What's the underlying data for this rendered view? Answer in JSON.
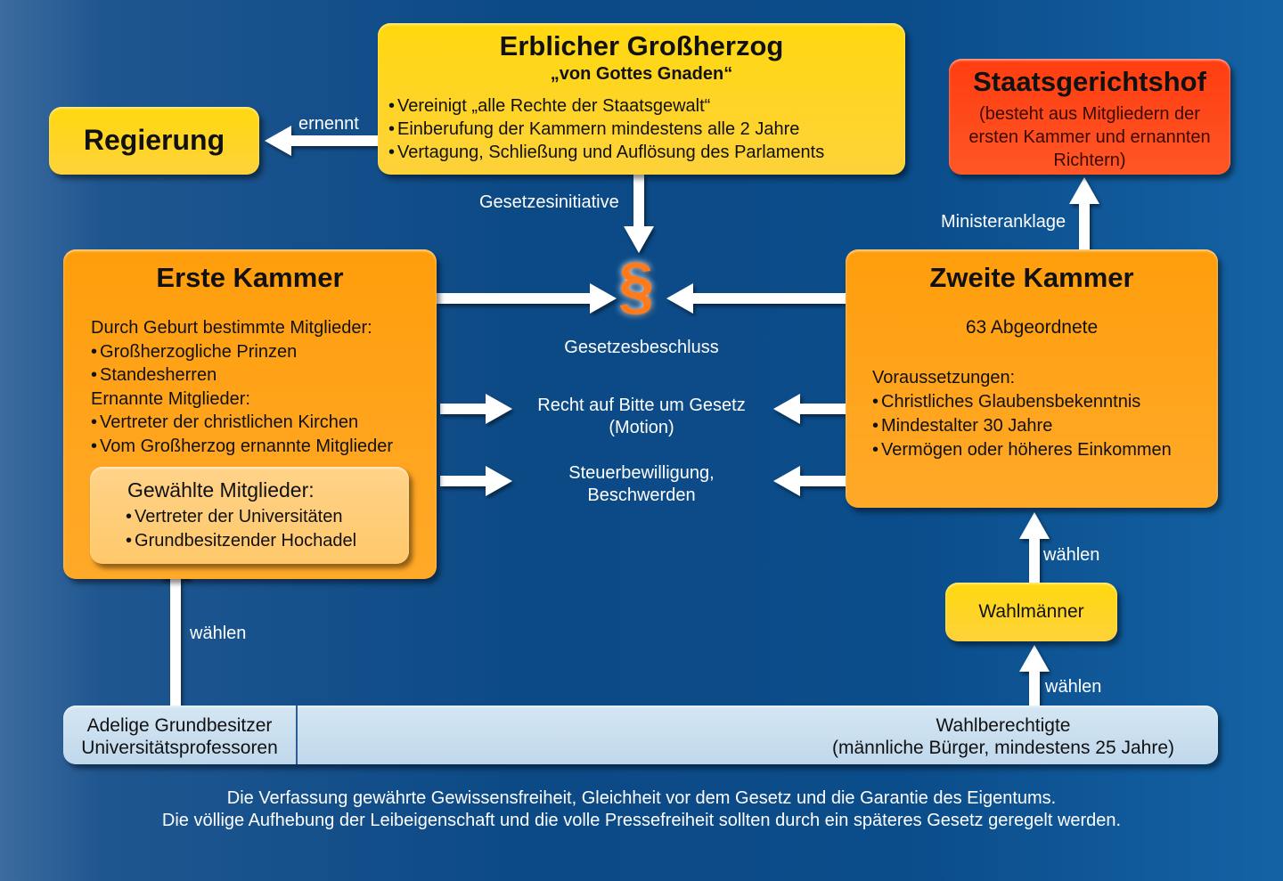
{
  "grossherzog": {
    "title": "Erblicher Großherzog",
    "subtitle": "„von Gottes Gnaden“",
    "items": [
      "Vereinigt „alle Rechte der Staatsgewalt“",
      "Einberufung der Kammern mindestens alle 2 Jahre",
      "Vertagung, Schließung und Auflösung des Parlaments"
    ]
  },
  "regierung": {
    "title": "Regierung"
  },
  "staatsgerichtshof": {
    "title": "Staatsgerichtshof",
    "desc": [
      "(besteht aus Mitgliedern der",
      "ersten Kammer und ernannten",
      "Richtern)"
    ]
  },
  "erste_kammer": {
    "title": "Erste Kammer",
    "geburt_label": "Durch Geburt bestimmte Mitglieder:",
    "geburt_items": [
      "Großherzogliche Prinzen",
      "Standesherren"
    ],
    "ernannt_label": "Ernannte Mitglieder:",
    "ernannt_items": [
      "Vertreter der christlichen Kirchen",
      "Vom Großherzog ernannte Mitglieder"
    ],
    "gewaehlt_label": "Gewählte Mitglieder:",
    "gewaehlt_items": [
      "Vertreter der Universitäten",
      "Grundbesitzender Hochadel"
    ]
  },
  "zweite_kammer": {
    "title": "Zweite Kammer",
    "count": "63 Abgeordnete",
    "vor_label": "Voraussetzungen:",
    "vor_items": [
      "Christliches Glaubensbekenntnis",
      "Mindestalter 30 Jahre",
      "Vermögen oder höheres Einkommen"
    ]
  },
  "wahlmaenner": {
    "title": "Wahlmänner"
  },
  "labels": {
    "ernennt": "ernennt",
    "gesetzesinitiative": "Gesetzesinitiative",
    "ministeranklage": "Ministeranklage",
    "paragraph": "§",
    "gesetzesbeschluss": "Gesetzesbeschluss",
    "recht": [
      "Recht auf Bitte um Gesetz",
      "(Motion)"
    ],
    "steuer": [
      "Steuerbewilligung,",
      "Beschwerden"
    ],
    "waehlen_left": "wählen",
    "waehlen_zk": "wählen",
    "waehlen_wm": "wählen"
  },
  "bottom": {
    "left": [
      "Adelige Grundbesitzer",
      "Universitätsprofessoren"
    ],
    "right": [
      "Wahlberechtigte",
      "(männliche Bürger, mindestens 25 Jahre)"
    ]
  },
  "footer": [
    "Die Verfassung gewährte Gewissensfreiheit, Gleichheit vor dem Gesetz und die Garantie des Eigentums.",
    "Die völlige Aufhebung der Leibeigenschaft und die volle Pressefreiheit sollten durch ein späteres Gesetz geregelt werden."
  ],
  "colors": {
    "yellow": "#ffd80f",
    "orange": "#ffa21a",
    "red": "#ff4a1a",
    "paragraph": "#ff7a1a",
    "bottom": "#c5ddee"
  }
}
